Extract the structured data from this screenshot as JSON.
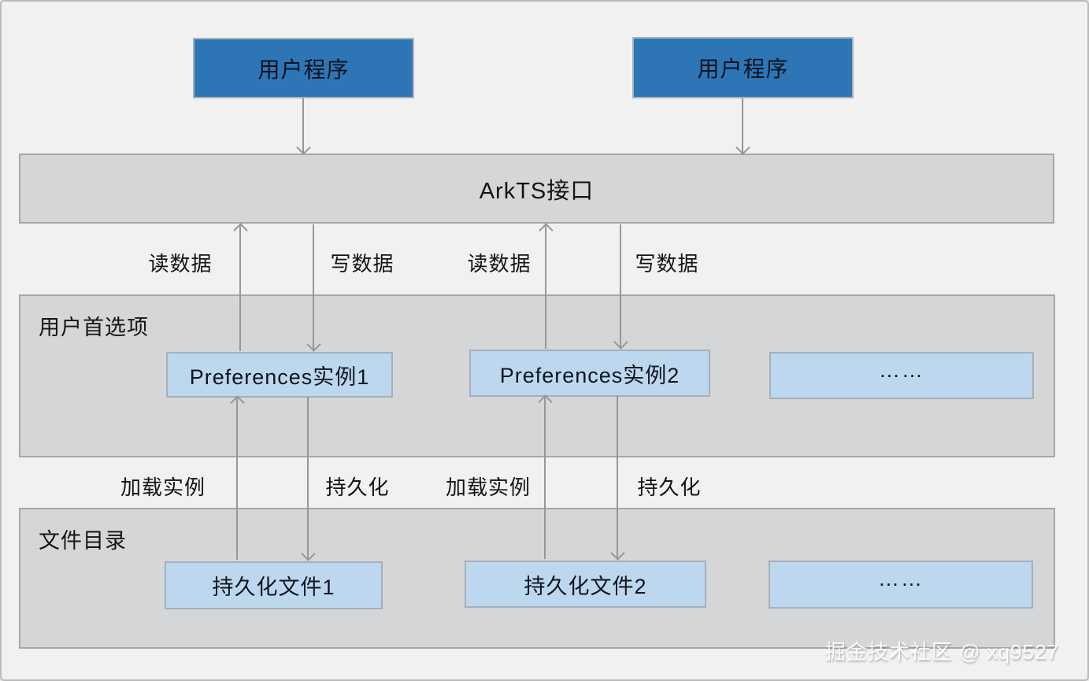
{
  "diagram": {
    "top_boxes": [
      {
        "label": "用户程序"
      },
      {
        "label": "用户程序"
      }
    ],
    "api_bar": {
      "label": "ArkTS接口"
    },
    "flow_labels": {
      "read1": "读数据",
      "write1": "写数据",
      "read2": "读数据",
      "write2": "写数据",
      "load1": "加载实例",
      "persist1": "持久化",
      "load2": "加载实例",
      "persist2": "持久化"
    },
    "preferences_section": {
      "title": "用户首选项",
      "boxes": [
        {
          "label": "Preferences实例1"
        },
        {
          "label": "Preferences实例2"
        },
        {
          "label": "……"
        }
      ]
    },
    "files_section": {
      "title": "文件目录",
      "boxes": [
        {
          "label": "持久化文件1"
        },
        {
          "label": "持久化文件2"
        },
        {
          "label": "……"
        }
      ]
    },
    "watermark": "掘金技术社区 @ xq9527",
    "colors": {
      "primary_blue": "#2e75b6",
      "light_blue": "#bdd7ee",
      "panel_gray": "#d5d6d7",
      "background": "#f1f1f2",
      "line": "#979797"
    }
  }
}
